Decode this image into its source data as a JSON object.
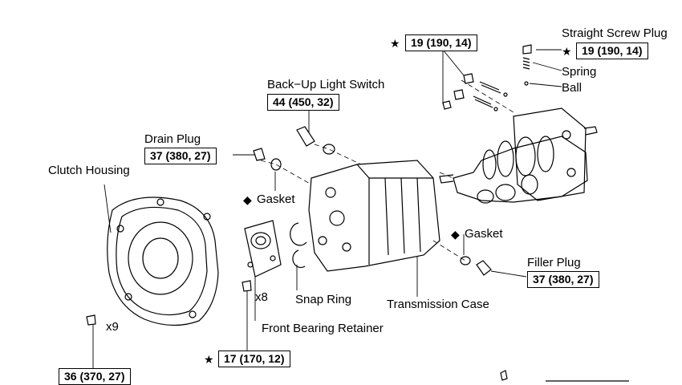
{
  "labels": {
    "straight_screw_plug": "Straight Screw Plug",
    "spring": "Spring",
    "ball": "Ball",
    "back_up_light_switch": "Back−Up Light Switch",
    "drain_plug": "Drain Plug",
    "clutch_housing": "Clutch Housing",
    "gasket_left": "Gasket",
    "gasket_right": "Gasket",
    "filler_plug": "Filler Plug",
    "x8": "x8",
    "snap_ring": "Snap Ring",
    "transmission_case": "Transmission Case",
    "x9": "x9",
    "front_bearing_retainer": "Front Bearing Retainer"
  },
  "torque": {
    "top_center": "19 (190, 14)",
    "screw_plug": "19 (190, 14)",
    "back_up_switch": "44 (450, 32)",
    "drain_plug": "37 (380, 27)",
    "filler_plug": "37 (380, 27)",
    "retainer_bolt": "17 (170, 12)",
    "housing_bolt": "36 (370, 27)"
  },
  "marks": {
    "star": "★",
    "diamond": "◆"
  }
}
